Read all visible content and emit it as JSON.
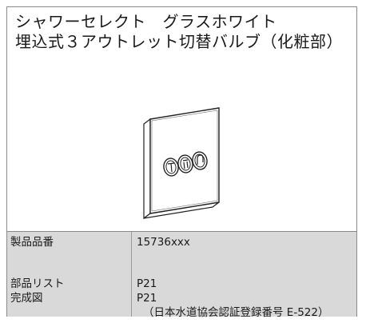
{
  "product": {
    "title_line1": "シャワーセレクト　グラスホワイト",
    "title_line2": "埋込式３アウトレット切替バルブ（化粧部）"
  },
  "specs": {
    "product_number_label": "製品品番",
    "product_number_value": "15736xxx",
    "parts_list_label": "部品リスト",
    "parts_list_value": "P21",
    "completion_label": "完成図",
    "completion_value": "P21",
    "certification_note": "（日本水道協会認証登録番号 E-522）"
  },
  "icons": [
    "valve-plate-illustration",
    "shower-head-icon",
    "handheld-shower-icon",
    "spout-icon"
  ]
}
